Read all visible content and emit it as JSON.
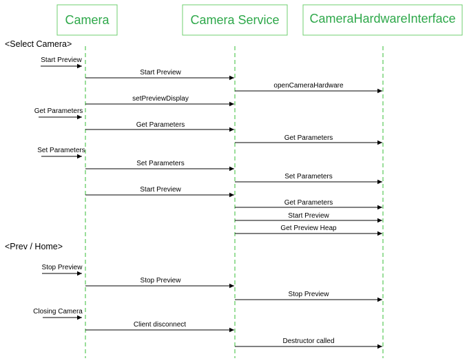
{
  "colors": {
    "lifeline": "#6fcf6f",
    "participant_border": "#6fcf6f",
    "participant_text": "#2ea84a",
    "message": "#000000"
  },
  "participants": [
    {
      "id": "camera",
      "label": "Camera"
    },
    {
      "id": "service",
      "label": "Camera Service"
    },
    {
      "id": "hal",
      "label": "CameraHardwareInterface"
    }
  ],
  "sections": [
    {
      "label": "<Select Camera>"
    },
    {
      "label": "<Prev / Home>"
    }
  ],
  "messages": [
    {
      "from": "user",
      "to": "camera",
      "label": "Start Preview"
    },
    {
      "from": "camera",
      "to": "service",
      "label": "Start Preview"
    },
    {
      "from": "service",
      "to": "hal",
      "label": "openCameraHardware"
    },
    {
      "from": "camera",
      "to": "service",
      "label": "setPreviewDisplay"
    },
    {
      "from": "user",
      "to": "camera",
      "label": "Get Parameters"
    },
    {
      "from": "camera",
      "to": "service",
      "label": "Get Parameters"
    },
    {
      "from": "service",
      "to": "hal",
      "label": "Get Parameters"
    },
    {
      "from": "user",
      "to": "camera",
      "label": "Set Parameters"
    },
    {
      "from": "camera",
      "to": "service",
      "label": "Set Parameters"
    },
    {
      "from": "service",
      "to": "hal",
      "label": "Set Parameters"
    },
    {
      "from": "camera",
      "to": "service",
      "label": "Start Preview"
    },
    {
      "from": "service",
      "to": "hal",
      "label": "Get Parameters"
    },
    {
      "from": "service",
      "to": "hal",
      "label": "Start Preview"
    },
    {
      "from": "service",
      "to": "hal",
      "label": "Get Preview Heap"
    },
    {
      "from": "user",
      "to": "camera",
      "label": "Stop Preview"
    },
    {
      "from": "camera",
      "to": "service",
      "label": "Stop Preview"
    },
    {
      "from": "service",
      "to": "hal",
      "label": "Stop Preview"
    },
    {
      "from": "user",
      "to": "camera",
      "label": "Closing Camera"
    },
    {
      "from": "camera",
      "to": "service",
      "label": "Client disconnect"
    },
    {
      "from": "service",
      "to": "hal",
      "label": "Destructor called"
    }
  ]
}
